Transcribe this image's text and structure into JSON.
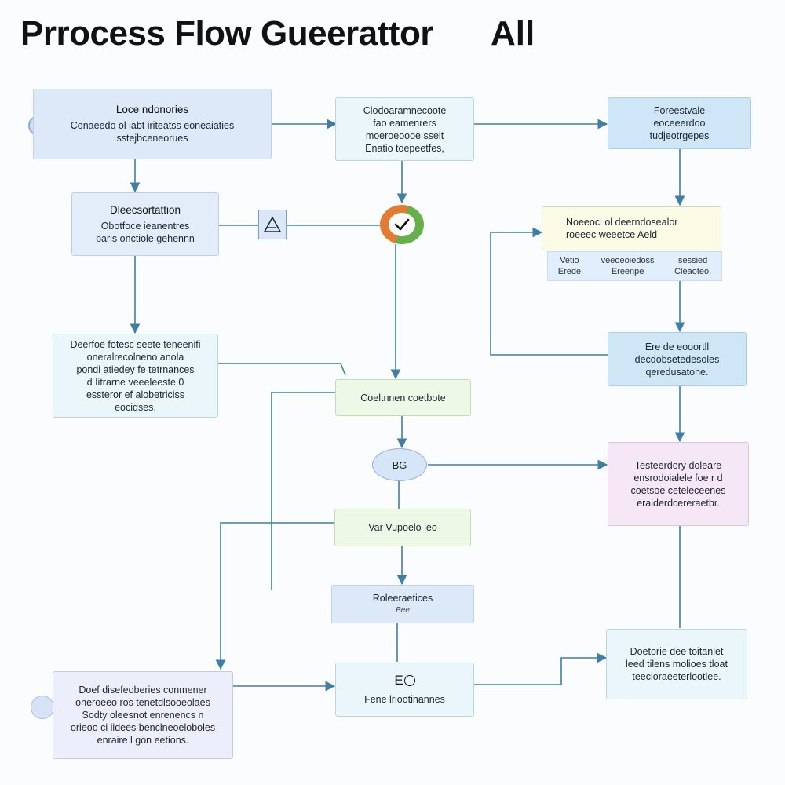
{
  "header": {
    "title": "Prrocess Flow Gueerattor",
    "subtitle": "All"
  },
  "nodes": {
    "n1": {
      "lines": [
        "Loce ndonories",
        "Conaeedo ol iabt iriteatss eoneaiaties",
        "sstejbceneorues"
      ]
    },
    "n2": {
      "lines": [
        "Clodoaramnecoote",
        "fao eamenrers",
        "moeroeoooe sseit",
        "Enatio toepeetfes,"
      ]
    },
    "n3": {
      "lines": [
        "Foreestvale",
        "eoceeerdoo",
        "tudjeotrgepes"
      ]
    },
    "n4": {
      "lines": [
        "Dleecsortattion",
        "Obotfoce ieanentres",
        "paris onctiole gehennn"
      ]
    },
    "n5": {
      "lines": [
        "Noeeocl ol deerndosealor",
        "roeeec weeetce Aeld"
      ]
    },
    "n5_sub": [
      [
        "Vetio",
        "Erede"
      ],
      [
        "veeoeoiedoss",
        "Ereenpe"
      ],
      [
        "sessied",
        "Cleaoteo."
      ]
    ],
    "n6": {
      "lines": [
        "Deerfoe fotesc seete teneenifi",
        "oneralrecolneno anola",
        "pondi atiedey fe tetrnances",
        "d    Iitrarne veeeleeste  0",
        "essteror ef alobetriciss",
        "eocidses."
      ]
    },
    "n7": {
      "lines": [
        "Ere de eooortll",
        "decdobsetedesoles",
        "qeredusatone."
      ]
    },
    "n8": {
      "lines": [
        "Coeltnnen coetbote"
      ]
    },
    "n9": {
      "lines": [
        "Testeerdory doleare",
        "ensrodoialele foe r d",
        "coetsoe ceteleceenes",
        "eraiderdcereraetbr."
      ]
    },
    "n10": {
      "lines": [
        "Var Vupoelo leo"
      ]
    },
    "n11": {
      "lines": [
        "Roleeraetices"
      ],
      "sub": "Bee"
    },
    "n12": {
      "lines": [
        "Doetorie dee toitanlet",
        "leed tilens molioes tloat",
        "teecioraeeterlootlee."
      ]
    },
    "n13": {
      "lines": [
        "Doef disefeoberies conmener",
        "oneroeeo ros tenetdlsooeolaes",
        "Sodty oleesnot enrenencs n",
        "orieoo ci iidees benclneoeloboles",
        "enraire l gon eetions."
      ]
    },
    "n14": {
      "icon_text": "E",
      "lines": [
        "Fene lriootinannes"
      ]
    },
    "oval": {
      "label": "BG"
    }
  },
  "colors": {
    "line": "#3f7fa6",
    "check_left": "#e27b34",
    "check_right": "#66b04a"
  }
}
